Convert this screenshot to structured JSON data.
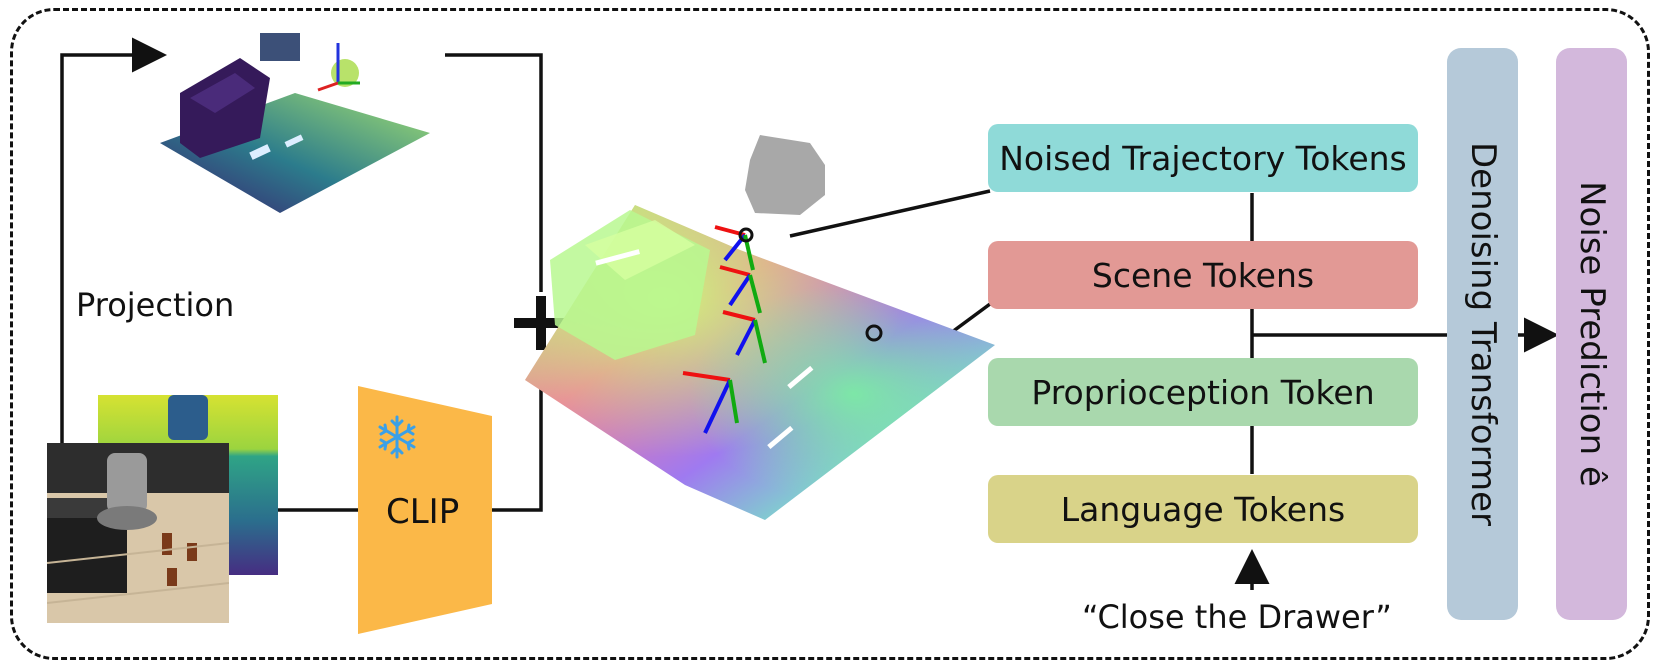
{
  "labels": {
    "projection": "Projection",
    "clip": "CLIP",
    "plus": "+",
    "instruction": "“Close the Drawer”"
  },
  "tokens": {
    "noised_trajectory": "Noised Trajectory Tokens",
    "scene": "Scene Tokens",
    "proprioception": "Proprioception Token",
    "language": "Language Tokens"
  },
  "blocks": {
    "denoising_transformer": "Denoising Transformer",
    "noise_prediction": "Noise Prediction ê"
  },
  "colors": {
    "noised_trajectory": "#8fdad8",
    "scene": "#e29995",
    "proprioception": "#a9d8ad",
    "language": "#d9d389",
    "denoising_transformer": "#b5c9d9",
    "noise_prediction": "#d3b8dc",
    "clip": "#fbb848",
    "snowflake": "#3aa0e8"
  }
}
